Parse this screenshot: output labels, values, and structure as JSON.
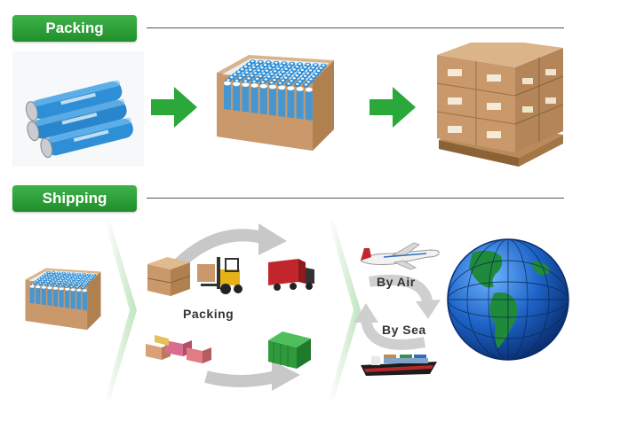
{
  "sections": {
    "packing_title": "Packing",
    "shipping_title": "Shipping"
  },
  "labels": {
    "packing": "Packing",
    "by_air": "By Air",
    "by_sea": "By Sea"
  },
  "colors": {
    "accent_green": "#2aa83a",
    "battery_blue": "#2e8fd6",
    "cardboard": "#c9996b"
  },
  "icons": [
    "battery-cells-image",
    "green-arrow-icon",
    "battery-box-image",
    "pallet-boxes-image",
    "forklift-image",
    "truck-image",
    "container-image",
    "airplane-image",
    "ship-image",
    "globe-image"
  ]
}
